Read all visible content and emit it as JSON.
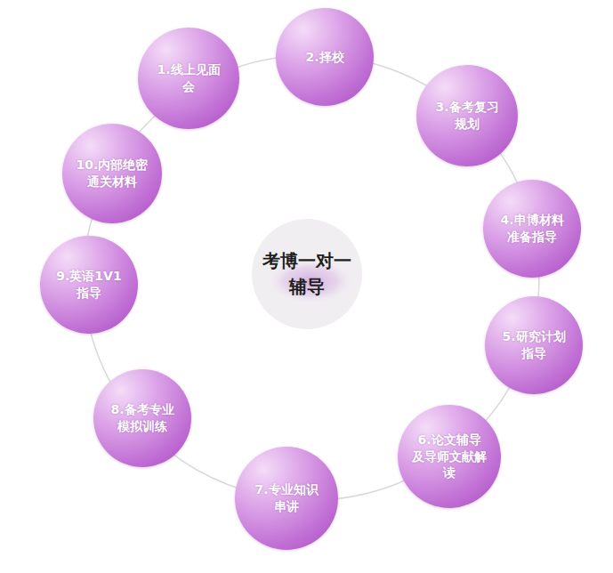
{
  "diagram": {
    "nodes": [
      {
        "text": [
          "考博一对一辅导"
        ]
      },
      {
        "text": [
          "1.线上见面会"
        ]
      },
      {
        "text": [
          "2.择校"
        ]
      },
      {
        "text": [
          "3.备考复习规划"
        ]
      },
      {
        "text": [
          "4.申博材料准备指导"
        ]
      },
      {
        "text": [
          "5.研究计划指导"
        ]
      },
      {
        "text": [
          "6.论文辅导及导师文献解读"
        ]
      },
      {
        "text": [
          "7.专业知识串讲"
        ]
      },
      {
        "text": [
          "8.备考专业模拟训练"
        ]
      },
      {
        "text": [
          "9.英语1V1指导"
        ]
      },
      {
        "text": [
          "10.内部绝密通关材料"
        ]
      }
    ]
  }
}
